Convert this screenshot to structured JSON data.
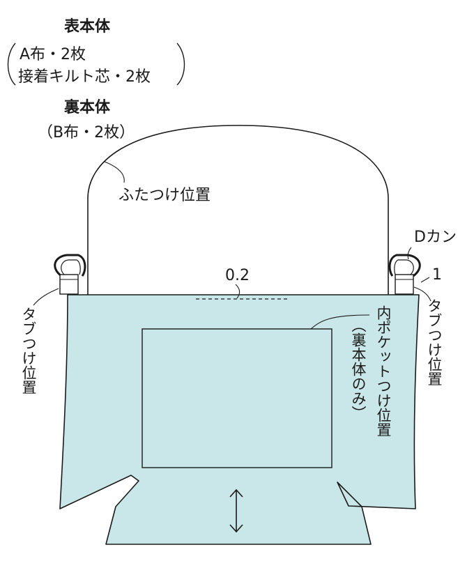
{
  "outer_body": {
    "title": "表本体",
    "line1": "A布・2枚",
    "line2": "接着キルト芯・2枚"
  },
  "inner_body": {
    "title": "裏本体",
    "note": "（B布・2枚）"
  },
  "labels": {
    "flap_position": "ふたつけ位置",
    "d_ring": "Dカン",
    "seam_allowance_top": "0.2",
    "tab_dim": "1",
    "tab_position_left": "タブつけ位置",
    "tab_position_right": "タブつけ位置",
    "inner_pocket_line1": "内ポケットつけ位置",
    "inner_pocket_line2": "（裏本体のみ）"
  },
  "colors": {
    "fill": "#c9e6e8",
    "stroke": "#1a1a1a"
  }
}
